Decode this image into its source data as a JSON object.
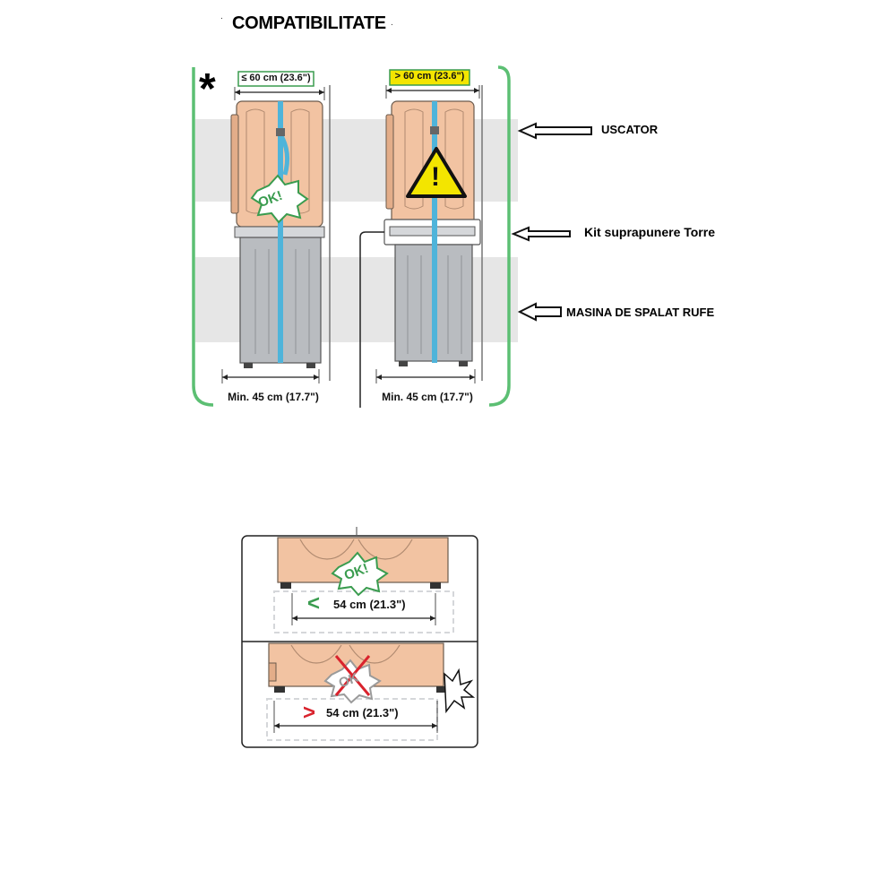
{
  "title": "COMPATIBILITATE",
  "labels": {
    "dryer": "USCATOR",
    "kit": "Kit suprapunere Torre",
    "washer": "MASINA DE SPALAT RUFE"
  },
  "panel_top": {
    "asterisk": "*",
    "left": {
      "top_dimension": "≤ 60 cm (23.6\")",
      "bottom_dimension": "Min. 45 cm (17.7\")",
      "badge": "OK!"
    },
    "right": {
      "top_dimension": "> 60 cm (23.6\")",
      "bottom_dimension": "Min. 45 cm (17.7\")",
      "warning": "!"
    }
  },
  "panel_bottom": {
    "top": {
      "badge": "OK!",
      "sign": "<",
      "dimension": "54 cm (21.3\")"
    },
    "bottom": {
      "badge": "OK",
      "sign": ">",
      "dimension": "54 cm (21.3\")"
    }
  },
  "colors": {
    "frame_green": "#5cbf73",
    "appliance_peach": "#f2c3a2",
    "washer_gray": "#b9bcc0",
    "strap_blue": "#4fb4da",
    "ok_green": "#3a9c4f",
    "warning_yellow": "#f3e500",
    "stripe_gray": "#e6e6e6",
    "red": "#d9232d"
  }
}
